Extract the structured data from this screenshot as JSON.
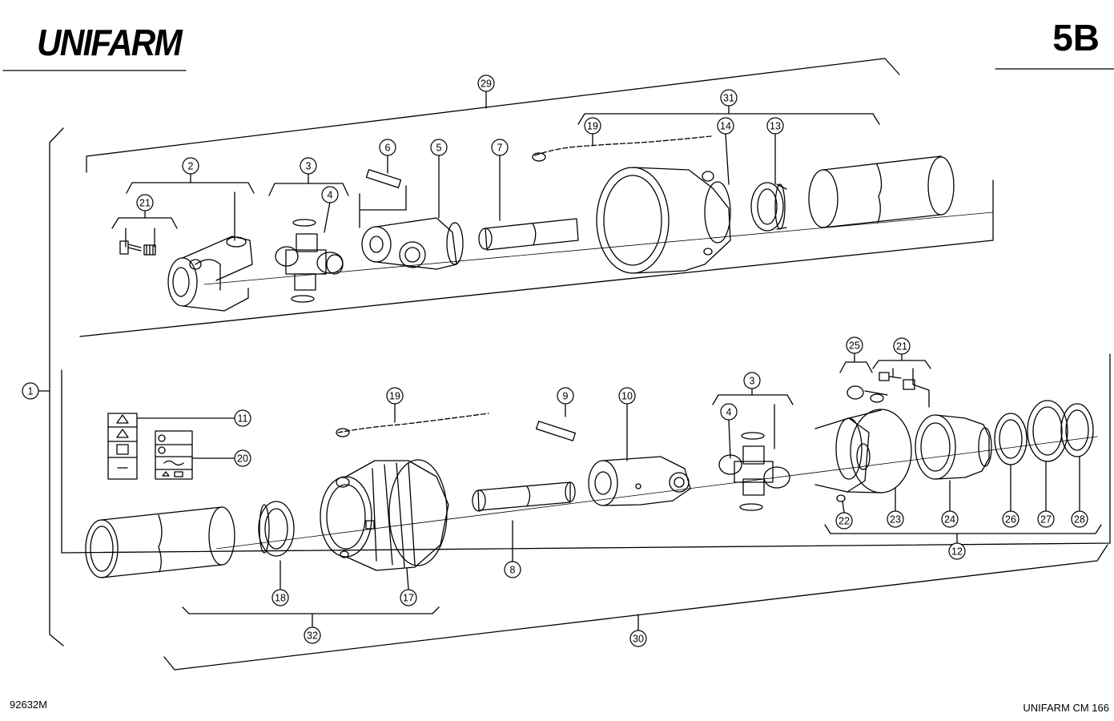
{
  "header": {
    "brand": "UNIFARM",
    "sheet_number": "5B"
  },
  "footer": {
    "drawing_number": "92632M",
    "catalog_reference": "UNIFARM CM 166"
  },
  "callouts": {
    "c1": "1",
    "c2": "2",
    "c3a": "3",
    "c4a": "4",
    "c5": "5",
    "c6": "6",
    "c7": "7",
    "c13": "13",
    "c14": "14",
    "c19a": "19",
    "c21a": "21",
    "c29": "29",
    "c31": "31",
    "c3b": "3",
    "c4b": "4",
    "c8": "8",
    "c9": "9",
    "c10": "10",
    "c11": "11",
    "c12": "12",
    "c17": "17",
    "c18": "18",
    "c19b": "19",
    "c20": "20",
    "c21b": "21",
    "c22": "22",
    "c23": "23",
    "c24": "24",
    "c25": "25",
    "c26": "26",
    "c27": "27",
    "c28": "28",
    "c30": "30",
    "c32": "32"
  }
}
